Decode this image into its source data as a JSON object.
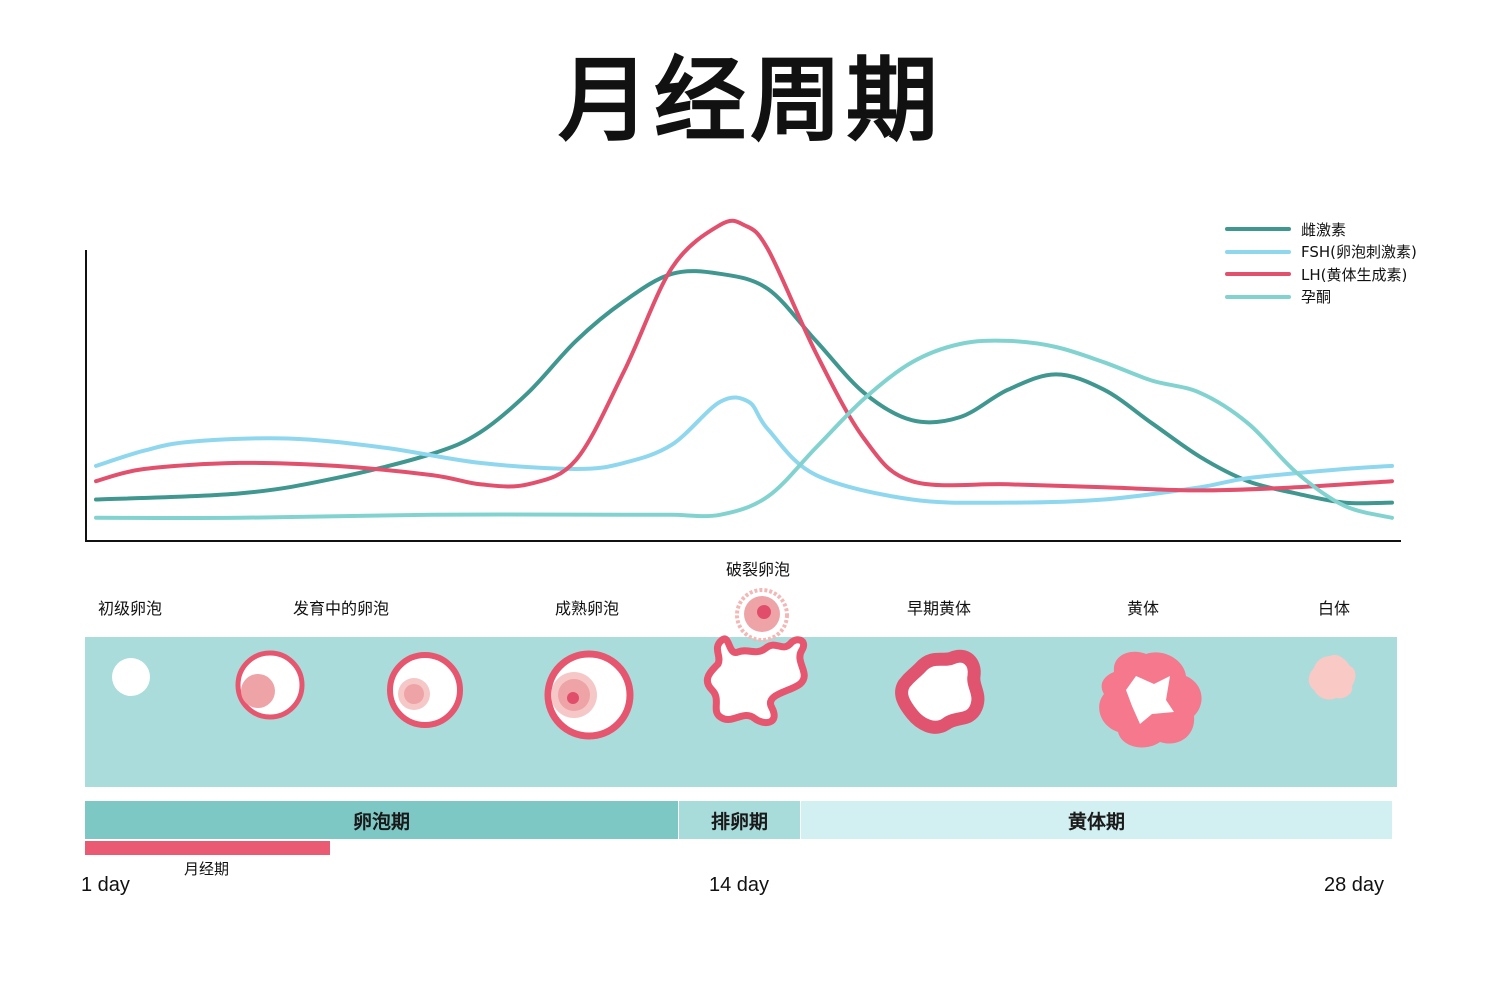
{
  "title": "月经周期",
  "legend": [
    {
      "name": "雌激素",
      "color": "#3f9790"
    },
    {
      "name": "FSH(卵泡刺激素)",
      "color": "#8fd7ee"
    },
    {
      "name": "LH(黄体生成素)",
      "color": "#e1506c"
    },
    {
      "name": "孕酮",
      "color": "#82d3d0"
    }
  ],
  "chart_data": {
    "type": "line",
    "x_range": [
      1,
      28
    ],
    "y_range": [
      0,
      100
    ],
    "series": [
      {
        "name": "雌激素",
        "color": "#3f9790",
        "points": [
          [
            1,
            10
          ],
          [
            4,
            12
          ],
          [
            6,
            17
          ],
          [
            8,
            25
          ],
          [
            9,
            32
          ],
          [
            10,
            45
          ],
          [
            11,
            62
          ],
          [
            12,
            75
          ],
          [
            13,
            84
          ],
          [
            14,
            84
          ],
          [
            15,
            79
          ],
          [
            16,
            62
          ],
          [
            17,
            45
          ],
          [
            18,
            36
          ],
          [
            19,
            37
          ],
          [
            20,
            46
          ],
          [
            21,
            51
          ],
          [
            22,
            46
          ],
          [
            23,
            35
          ],
          [
            24,
            24
          ],
          [
            25,
            16
          ],
          [
            26,
            12
          ],
          [
            27,
            9
          ],
          [
            28,
            9
          ]
        ]
      },
      {
        "name": "FSH(卵泡刺激素)",
        "color": "#8fd7ee",
        "points": [
          [
            1,
            21
          ],
          [
            2,
            26
          ],
          [
            3,
            29
          ],
          [
            5,
            30
          ],
          [
            7,
            27
          ],
          [
            9,
            22
          ],
          [
            11,
            20
          ],
          [
            12,
            22
          ],
          [
            13,
            28
          ],
          [
            14,
            42
          ],
          [
            14.6,
            42
          ],
          [
            15,
            33
          ],
          [
            16,
            18
          ],
          [
            18,
            10
          ],
          [
            20,
            9
          ],
          [
            22,
            10
          ],
          [
            24,
            14
          ],
          [
            25,
            17
          ],
          [
            27,
            20
          ],
          [
            28,
            21
          ]
        ]
      },
      {
        "name": "LH(黄体生成素)",
        "color": "#e1506c",
        "points": [
          [
            1,
            16
          ],
          [
            2,
            20
          ],
          [
            4,
            22
          ],
          [
            6,
            21
          ],
          [
            8,
            18
          ],
          [
            9,
            15
          ],
          [
            10,
            15
          ],
          [
            11,
            23
          ],
          [
            12,
            52
          ],
          [
            13,
            86
          ],
          [
            14,
            100
          ],
          [
            14.5,
            100
          ],
          [
            15,
            92
          ],
          [
            16,
            58
          ],
          [
            17,
            30
          ],
          [
            18,
            16
          ],
          [
            20,
            15
          ],
          [
            22,
            14
          ],
          [
            24,
            13
          ],
          [
            26,
            14
          ],
          [
            28,
            16
          ]
        ]
      },
      {
        "name": "孕酮",
        "color": "#82d3d0",
        "points": [
          [
            1,
            4
          ],
          [
            4,
            4
          ],
          [
            8,
            5
          ],
          [
            12,
            5
          ],
          [
            13,
            5
          ],
          [
            14,
            5
          ],
          [
            15,
            11
          ],
          [
            16,
            27
          ],
          [
            17,
            43
          ],
          [
            18,
            55
          ],
          [
            19,
            61
          ],
          [
            20,
            62
          ],
          [
            21,
            60
          ],
          [
            22,
            55
          ],
          [
            23,
            49
          ],
          [
            24,
            45
          ],
          [
            25,
            35
          ],
          [
            26,
            19
          ],
          [
            27,
            8
          ],
          [
            28,
            4
          ]
        ]
      }
    ]
  },
  "stages": [
    {
      "label": "初级卵泡"
    },
    {
      "label": "发育中的卵泡"
    },
    {
      "label": "成熟卵泡"
    },
    {
      "label": "破裂卵泡"
    },
    {
      "label": "早期黄体"
    },
    {
      "label": "黄体"
    },
    {
      "label": "白体"
    }
  ],
  "phases": [
    {
      "label": "卵泡期",
      "color": "#7dc8c4"
    },
    {
      "label": "排卵期",
      "color": "#a7dcda"
    },
    {
      "label": "黄体期",
      "color": "#d2f0f2"
    }
  ],
  "menses": {
    "label": "月经期",
    "color": "#ea5a73"
  },
  "days": {
    "start": "1 day",
    "mid": "14 day",
    "end": "28 day"
  }
}
